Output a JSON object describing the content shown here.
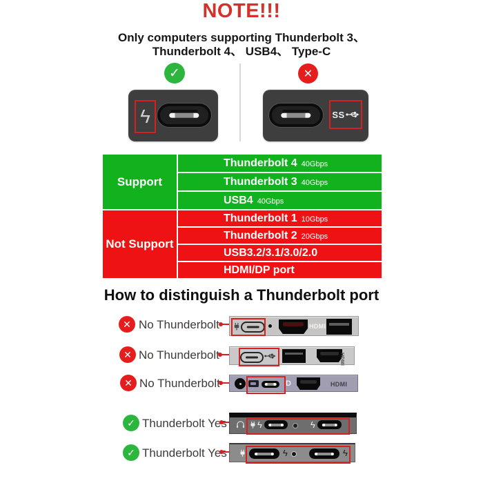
{
  "note": {
    "title": "NOTE!!!",
    "subtitle_line1": "Only computers supporting Thunderbolt 3、",
    "subtitle_line2": "Thunderbolt 4、 USB4、 Type-C"
  },
  "compare": {
    "ss_label": "SS"
  },
  "support_table": {
    "support_label": "Support",
    "not_support_label": "Not Support",
    "support_rows": [
      {
        "name": "Thunderbolt 4",
        "speed": "40Gbps"
      },
      {
        "name": "Thunderbolt 3",
        "speed": "40Gbps"
      },
      {
        "name": "USB4",
        "speed": "40Gbps"
      }
    ],
    "not_support_rows": [
      {
        "name": "Thunderbolt 1",
        "speed": "10Gbps"
      },
      {
        "name": "Thunderbolt 2",
        "speed": "20Gbps"
      },
      {
        "name": "USB3.2/3.1/3.0/2.0",
        "speed": ""
      },
      {
        "name": "HDMI/DP port",
        "speed": ""
      }
    ]
  },
  "distinguish": {
    "heading": "How to distinguish a Thunderbolt port",
    "rows": [
      {
        "verdict": "no",
        "label": "No Thunderbolt"
      },
      {
        "verdict": "no",
        "label": "No Thunderbolt"
      },
      {
        "verdict": "no",
        "label": "No Thunderbolt"
      },
      {
        "verdict": "yes",
        "label": "Thunderbolt Yes"
      },
      {
        "verdict": "yes",
        "label": "Thunderbolt Yes"
      }
    ],
    "hdmi_label": "HDMI",
    "displayport_label": "D"
  },
  "icons": {
    "check": "✓",
    "cross": "✕",
    "thunderbolt": "ϟ"
  },
  "colors": {
    "note_red": "#d23229",
    "support_green": "#12b21f",
    "not_support_red": "#ee1215",
    "badge_green": "#2cb63e",
    "badge_red": "#e51d1d",
    "highlight_red": "#d81f1f"
  }
}
